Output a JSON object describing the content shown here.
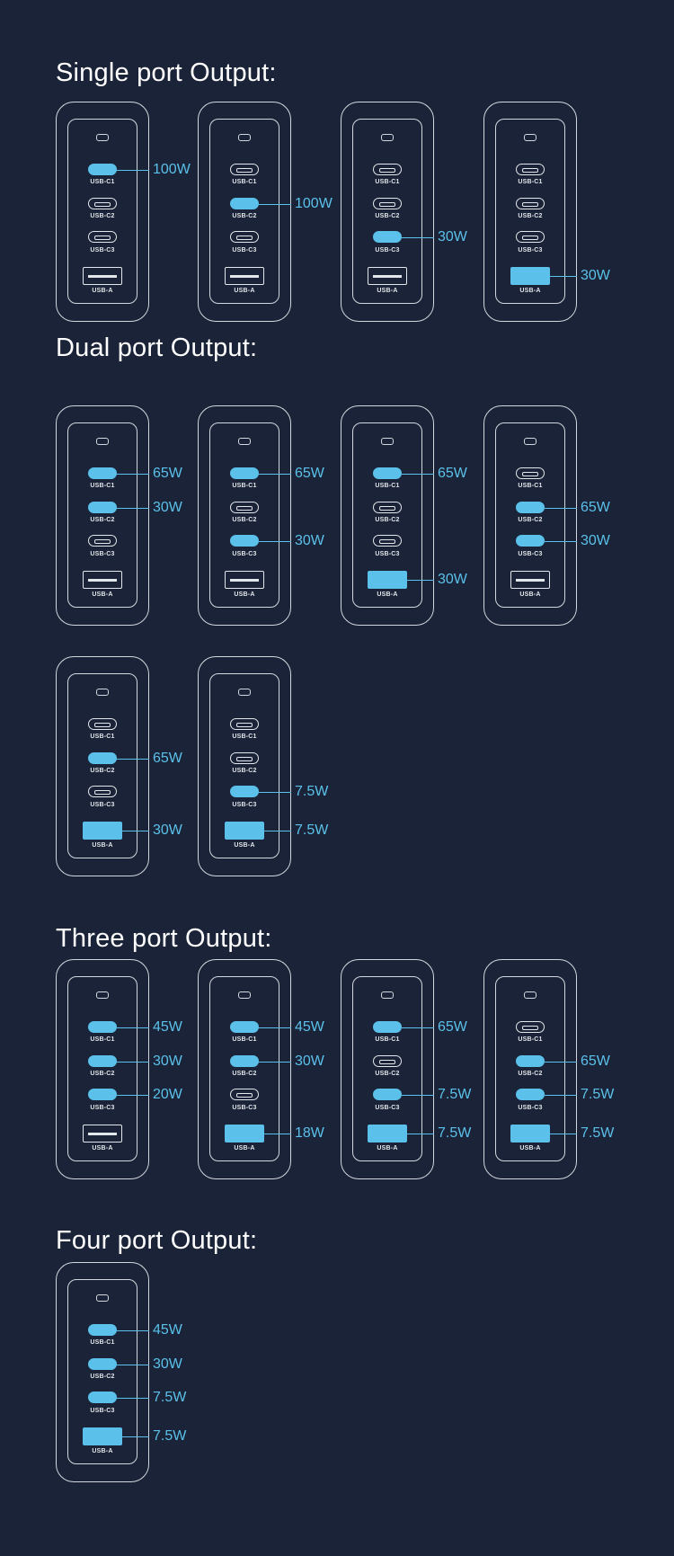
{
  "sections": [
    {
      "title": "Single port Output:",
      "chargers": [
        {
          "active": [
            "c1"
          ],
          "watts": {
            "c1": "100W"
          }
        },
        {
          "active": [
            "c2"
          ],
          "watts": {
            "c2": "100W"
          }
        },
        {
          "active": [
            "c3"
          ],
          "watts": {
            "c3": "30W"
          }
        },
        {
          "active": [
            "a"
          ],
          "watts": {
            "a": "30W"
          }
        }
      ]
    },
    {
      "title": "Dual port Output:",
      "chargers": [
        {
          "active": [
            "c1",
            "c2"
          ],
          "watts": {
            "c1": "65W",
            "c2": "30W"
          }
        },
        {
          "active": [
            "c1",
            "c3"
          ],
          "watts": {
            "c1": "65W",
            "c3": "30W"
          }
        },
        {
          "active": [
            "c1",
            "a"
          ],
          "watts": {
            "c1": "65W",
            "a": "30W"
          }
        },
        {
          "active": [
            "c2",
            "c3"
          ],
          "watts": {
            "c2": "65W",
            "c3": "30W"
          }
        },
        {
          "active": [
            "c2",
            "a"
          ],
          "watts": {
            "c2": "65W",
            "a": "30W"
          }
        },
        {
          "active": [
            "c3",
            "a"
          ],
          "watts": {
            "c3": "7.5W",
            "a": "7.5W"
          }
        }
      ]
    },
    {
      "title": "Three port Output:",
      "chargers": [
        {
          "active": [
            "c1",
            "c2",
            "c3"
          ],
          "watts": {
            "c1": "45W",
            "c2": "30W",
            "c3": "20W"
          }
        },
        {
          "active": [
            "c1",
            "c2",
            "a"
          ],
          "watts": {
            "c1": "45W",
            "c2": "30W",
            "a": "18W"
          }
        },
        {
          "active": [
            "c1",
            "c3",
            "a"
          ],
          "watts": {
            "c1": "65W",
            "c3": "7.5W",
            "a": "7.5W"
          }
        },
        {
          "active": [
            "c2",
            "c3",
            "a"
          ],
          "watts": {
            "c2": "65W",
            "c3": "7.5W",
            "a": "7.5W"
          }
        }
      ]
    },
    {
      "title": "Four port Output:",
      "chargers": [
        {
          "active": [
            "c1",
            "c2",
            "c3",
            "a"
          ],
          "watts": {
            "c1": "45W",
            "c2": "30W",
            "c3": "7.5W",
            "a": "7.5W"
          }
        }
      ]
    }
  ],
  "port_labels": {
    "c1": "USB-C1",
    "c2": "USB-C2",
    "c3": "USB-C3",
    "a": "USB-A"
  },
  "colors": {
    "background": "#1a2337",
    "active_port": "#5bc1ea",
    "outline": "#d3d7de",
    "text": "#ffffff"
  }
}
